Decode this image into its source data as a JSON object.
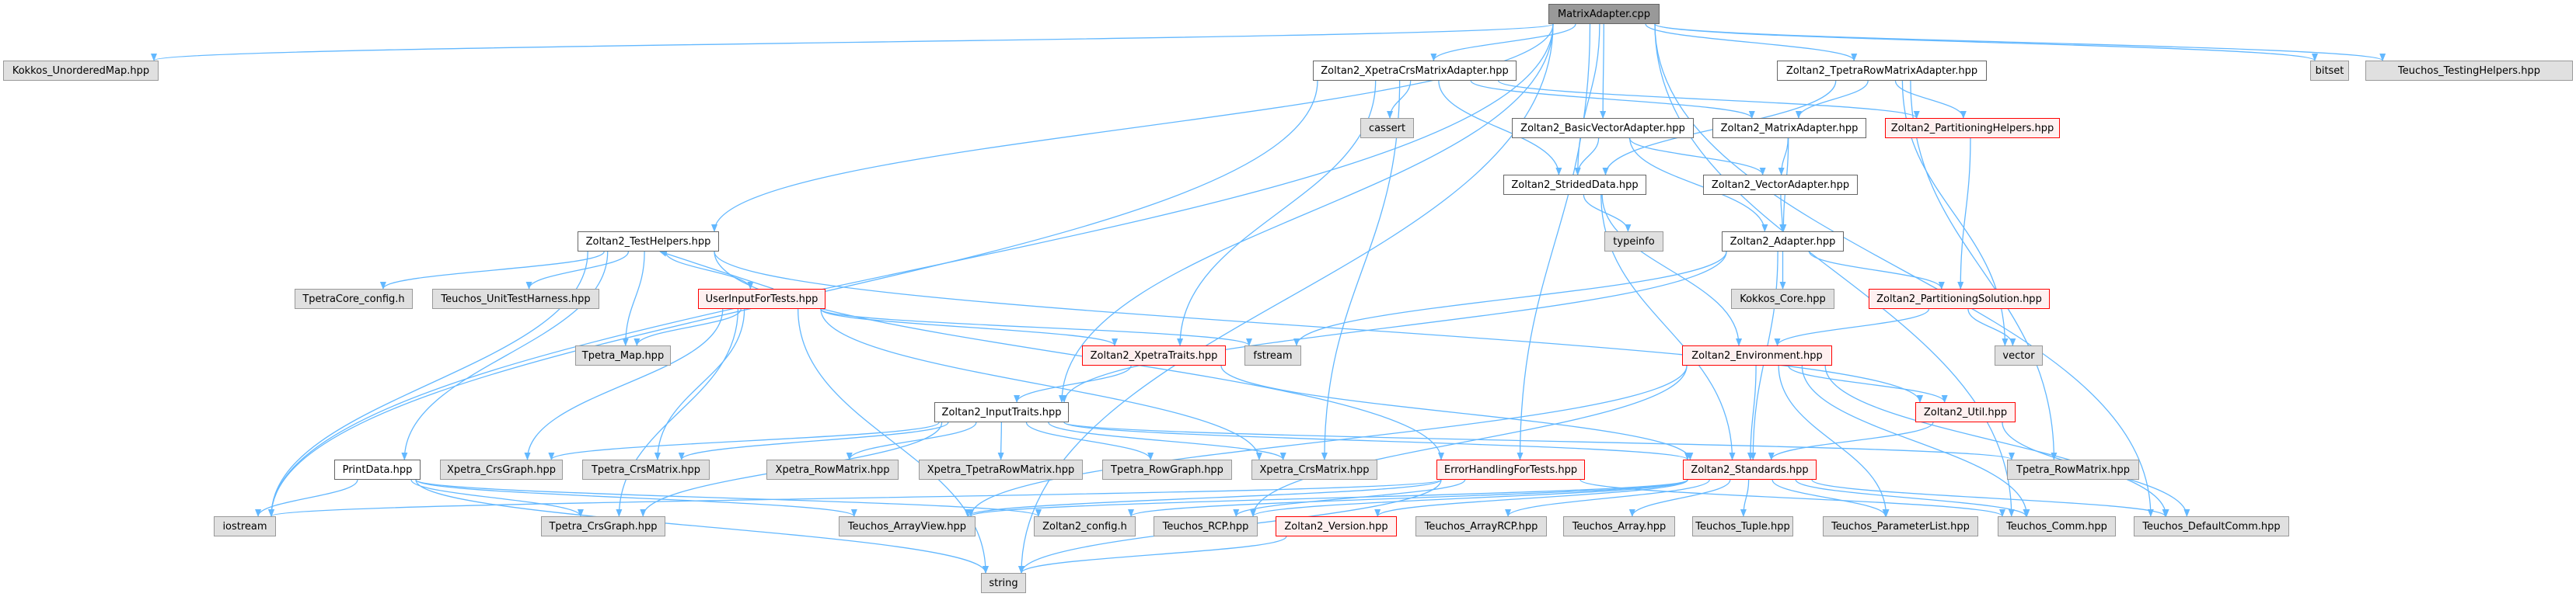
{
  "title": "MatrixAdapter.cpp include dependency graph",
  "colors": {
    "edge": "#63b8ff",
    "root_fill": "#999999",
    "doc_fill": "#ffffff",
    "doc_border": "#666666",
    "ext_fill": "#e0e0e0",
    "ext_border": "#999999",
    "incomplete_fill": "#fff0f0",
    "incomplete_border": "#ff0000"
  },
  "nodes": [
    {
      "id": "root",
      "label": "MatrixAdapter.cpp",
      "kind": "root"
    },
    {
      "id": "kokkos_umap",
      "label": "Kokkos_UnorderedMap.hpp",
      "kind": "ext"
    },
    {
      "id": "xcrs_adapter",
      "label": "Zoltan2_XpetraCrsMatrixAdapter.hpp",
      "kind": "doc"
    },
    {
      "id": "trow_adapter",
      "label": "Zoltan2_TpetraRowMatrixAdapter.hpp",
      "kind": "doc"
    },
    {
      "id": "bitset",
      "label": "bitset",
      "kind": "ext"
    },
    {
      "id": "testing_helpers",
      "label": "Teuchos_TestingHelpers.hpp",
      "kind": "ext"
    },
    {
      "id": "cassert",
      "label": "cassert",
      "kind": "ext"
    },
    {
      "id": "basic_vec",
      "label": "Zoltan2_BasicVectorAdapter.hpp",
      "kind": "doc"
    },
    {
      "id": "matrix_adapter",
      "label": "Zoltan2_MatrixAdapter.hpp",
      "kind": "doc"
    },
    {
      "id": "part_helpers",
      "label": "Zoltan2_PartitioningHelpers.hpp",
      "kind": "red"
    },
    {
      "id": "strided",
      "label": "Zoltan2_StridedData.hpp",
      "kind": "doc"
    },
    {
      "id": "vec_adapter",
      "label": "Zoltan2_VectorAdapter.hpp",
      "kind": "doc"
    },
    {
      "id": "test_helpers",
      "label": "Zoltan2_TestHelpers.hpp",
      "kind": "doc"
    },
    {
      "id": "typeinfo",
      "label": "typeinfo",
      "kind": "ext"
    },
    {
      "id": "adapter",
      "label": "Zoltan2_Adapter.hpp",
      "kind": "doc"
    },
    {
      "id": "tpetracore_config",
      "label": "TpetraCore_config.h",
      "kind": "ext"
    },
    {
      "id": "unit_test_harness",
      "label": "Teuchos_UnitTestHarness.hpp",
      "kind": "ext"
    },
    {
      "id": "user_input",
      "label": "UserInputForTests.hpp",
      "kind": "red"
    },
    {
      "id": "kokkos_core",
      "label": "Kokkos_Core.hpp",
      "kind": "ext"
    },
    {
      "id": "part_solution",
      "label": "Zoltan2_PartitioningSolution.hpp",
      "kind": "red"
    },
    {
      "id": "tpetra_map",
      "label": "Tpetra_Map.hpp",
      "kind": "ext"
    },
    {
      "id": "xpetra_traits",
      "label": "Zoltan2_XpetraTraits.hpp",
      "kind": "red"
    },
    {
      "id": "fstream",
      "label": "fstream",
      "kind": "ext"
    },
    {
      "id": "environment",
      "label": "Zoltan2_Environment.hpp",
      "kind": "red"
    },
    {
      "id": "vector",
      "label": "vector",
      "kind": "ext"
    },
    {
      "id": "input_traits",
      "label": "Zoltan2_InputTraits.hpp",
      "kind": "doc"
    },
    {
      "id": "util",
      "label": "Zoltan2_Util.hpp",
      "kind": "red"
    },
    {
      "id": "print_data",
      "label": "PrintData.hpp",
      "kind": "doc"
    },
    {
      "id": "xpetra_crsgraph",
      "label": "Xpetra_CrsGraph.hpp",
      "kind": "ext"
    },
    {
      "id": "tpetra_crsmatrix",
      "label": "Tpetra_CrsMatrix.hpp",
      "kind": "ext"
    },
    {
      "id": "xpetra_rowmatrix",
      "label": "Xpetra_RowMatrix.hpp",
      "kind": "ext"
    },
    {
      "id": "xpetra_tpetrarowmatrix",
      "label": "Xpetra_TpetraRowMatrix.hpp",
      "kind": "ext"
    },
    {
      "id": "tpetra_rowgraph",
      "label": "Tpetra_RowGraph.hpp",
      "kind": "ext"
    },
    {
      "id": "xpetra_crsmatrix",
      "label": "Xpetra_CrsMatrix.hpp",
      "kind": "ext"
    },
    {
      "id": "error_handling",
      "label": "ErrorHandlingForTests.hpp",
      "kind": "red"
    },
    {
      "id": "standards",
      "label": "Zoltan2_Standards.hpp",
      "kind": "red"
    },
    {
      "id": "tpetra_rowmatrix",
      "label": "Tpetra_RowMatrix.hpp",
      "kind": "ext"
    },
    {
      "id": "iostream",
      "label": "iostream",
      "kind": "ext"
    },
    {
      "id": "tpetra_crsgraph",
      "label": "Tpetra_CrsGraph.hpp",
      "kind": "ext"
    },
    {
      "id": "arrayview",
      "label": "Teuchos_ArrayView.hpp",
      "kind": "ext"
    },
    {
      "id": "z2_config",
      "label": "Zoltan2_config.h",
      "kind": "ext"
    },
    {
      "id": "rcp",
      "label": "Teuchos_RCP.hpp",
      "kind": "ext"
    },
    {
      "id": "version",
      "label": "Zoltan2_Version.hpp",
      "kind": "red"
    },
    {
      "id": "arrayrcp",
      "label": "Teuchos_ArrayRCP.hpp",
      "kind": "ext"
    },
    {
      "id": "array",
      "label": "Teuchos_Array.hpp",
      "kind": "ext"
    },
    {
      "id": "tuple",
      "label": "Teuchos_Tuple.hpp",
      "kind": "ext"
    },
    {
      "id": "paramlist",
      "label": "Teuchos_ParameterList.hpp",
      "kind": "ext"
    },
    {
      "id": "comm",
      "label": "Teuchos_Comm.hpp",
      "kind": "ext"
    },
    {
      "id": "defaultcomm",
      "label": "Teuchos_DefaultComm.hpp",
      "kind": "ext"
    },
    {
      "id": "string",
      "label": "string",
      "kind": "ext"
    }
  ],
  "edges": [
    [
      "root",
      "kokkos_umap"
    ],
    [
      "root",
      "xcrs_adapter"
    ],
    [
      "root",
      "trow_adapter"
    ],
    [
      "root",
      "bitset"
    ],
    [
      "root",
      "testing_helpers"
    ],
    [
      "root",
      "basic_vec"
    ],
    [
      "root",
      "test_helpers"
    ],
    [
      "root",
      "input_traits"
    ],
    [
      "root",
      "iostream"
    ],
    [
      "root",
      "string"
    ],
    [
      "root",
      "comm"
    ],
    [
      "root",
      "defaultcomm"
    ],
    [
      "root",
      "error_handling"
    ],
    [
      "root",
      "strided"
    ],
    [
      "xcrs_adapter",
      "cassert"
    ],
    [
      "xcrs_adapter",
      "matrix_adapter"
    ],
    [
      "xcrs_adapter",
      "part_helpers"
    ],
    [
      "xcrs_adapter",
      "strided"
    ],
    [
      "xcrs_adapter",
      "xpetra_traits"
    ],
    [
      "xcrs_adapter",
      "xpetra_crsmatrix"
    ],
    [
      "xcrs_adapter",
      "iostream"
    ],
    [
      "trow_adapter",
      "matrix_adapter"
    ],
    [
      "trow_adapter",
      "part_helpers"
    ],
    [
      "trow_adapter",
      "strided"
    ],
    [
      "trow_adapter",
      "tpetra_rowmatrix"
    ],
    [
      "trow_adapter",
      "vector"
    ],
    [
      "basic_vec",
      "strided"
    ],
    [
      "basic_vec",
      "vec_adapter"
    ],
    [
      "basic_vec",
      "adapter"
    ],
    [
      "matrix_adapter",
      "vec_adapter"
    ],
    [
      "matrix_adapter",
      "adapter"
    ],
    [
      "part_helpers",
      "part_solution"
    ],
    [
      "strided",
      "typeinfo"
    ],
    [
      "strided",
      "environment"
    ],
    [
      "strided",
      "standards"
    ],
    [
      "vec_adapter",
      "adapter"
    ],
    [
      "adapter",
      "kokkos_core"
    ],
    [
      "adapter",
      "part_solution"
    ],
    [
      "adapter",
      "fstream"
    ],
    [
      "adapter",
      "input_traits"
    ],
    [
      "adapter",
      "standards"
    ],
    [
      "part_solution",
      "environment"
    ],
    [
      "part_solution",
      "vector"
    ],
    [
      "test_helpers",
      "tpetracore_config"
    ],
    [
      "test_helpers",
      "unit_test_harness"
    ],
    [
      "test_helpers",
      "user_input"
    ],
    [
      "test_helpers",
      "tpetra_map"
    ],
    [
      "test_helpers",
      "print_data"
    ],
    [
      "test_helpers",
      "iostream"
    ],
    [
      "test_helpers",
      "util"
    ],
    [
      "test_helpers",
      "error_handling"
    ],
    [
      "user_input",
      "test_helpers"
    ],
    [
      "user_input",
      "tpetra_map"
    ],
    [
      "user_input",
      "xpetra_traits"
    ],
    [
      "user_input",
      "fstream"
    ],
    [
      "user_input",
      "xpetra_crsgraph"
    ],
    [
      "user_input",
      "tpetra_crsmatrix"
    ],
    [
      "user_input",
      "xpetra_crsmatrix"
    ],
    [
      "user_input",
      "tpetra_crsgraph"
    ],
    [
      "user_input",
      "string"
    ],
    [
      "xpetra_traits",
      "input_traits"
    ],
    [
      "xpetra_traits",
      "standards"
    ],
    [
      "environment",
      "util"
    ],
    [
      "environment",
      "standards"
    ],
    [
      "environment",
      "comm"
    ],
    [
      "environment",
      "defaultcomm"
    ],
    [
      "environment",
      "paramlist"
    ],
    [
      "environment",
      "arrayview"
    ],
    [
      "environment",
      "rcp"
    ],
    [
      "util",
      "standards"
    ],
    [
      "util",
      "defaultcomm"
    ],
    [
      "input_traits",
      "xpetra_crsgraph"
    ],
    [
      "input_traits",
      "tpetra_crsmatrix"
    ],
    [
      "input_traits",
      "xpetra_rowmatrix"
    ],
    [
      "input_traits",
      "xpetra_tpetrarowmatrix"
    ],
    [
      "input_traits",
      "tpetra_rowgraph"
    ],
    [
      "input_traits",
      "xpetra_crsmatrix"
    ],
    [
      "input_traits",
      "standards"
    ],
    [
      "input_traits",
      "tpetra_rowmatrix"
    ],
    [
      "input_traits",
      "tpetra_crsgraph"
    ],
    [
      "print_data",
      "iostream"
    ],
    [
      "print_data",
      "tpetra_crsgraph"
    ],
    [
      "print_data",
      "arrayview"
    ],
    [
      "print_data",
      "z2_config"
    ],
    [
      "print_data",
      "string"
    ],
    [
      "error_handling",
      "iostream"
    ],
    [
      "error_handling",
      "arrayview"
    ],
    [
      "error_handling",
      "comm"
    ],
    [
      "error_handling",
      "string"
    ],
    [
      "error_handling",
      "rcp"
    ],
    [
      "standards",
      "arrayview"
    ],
    [
      "standards",
      "z2_config"
    ],
    [
      "standards",
      "rcp"
    ],
    [
      "standards",
      "version"
    ],
    [
      "standards",
      "arrayrcp"
    ],
    [
      "standards",
      "array"
    ],
    [
      "standards",
      "tuple"
    ],
    [
      "standards",
      "paramlist"
    ],
    [
      "standards",
      "comm"
    ],
    [
      "standards",
      "defaultcomm"
    ],
    [
      "version",
      "string"
    ]
  ]
}
